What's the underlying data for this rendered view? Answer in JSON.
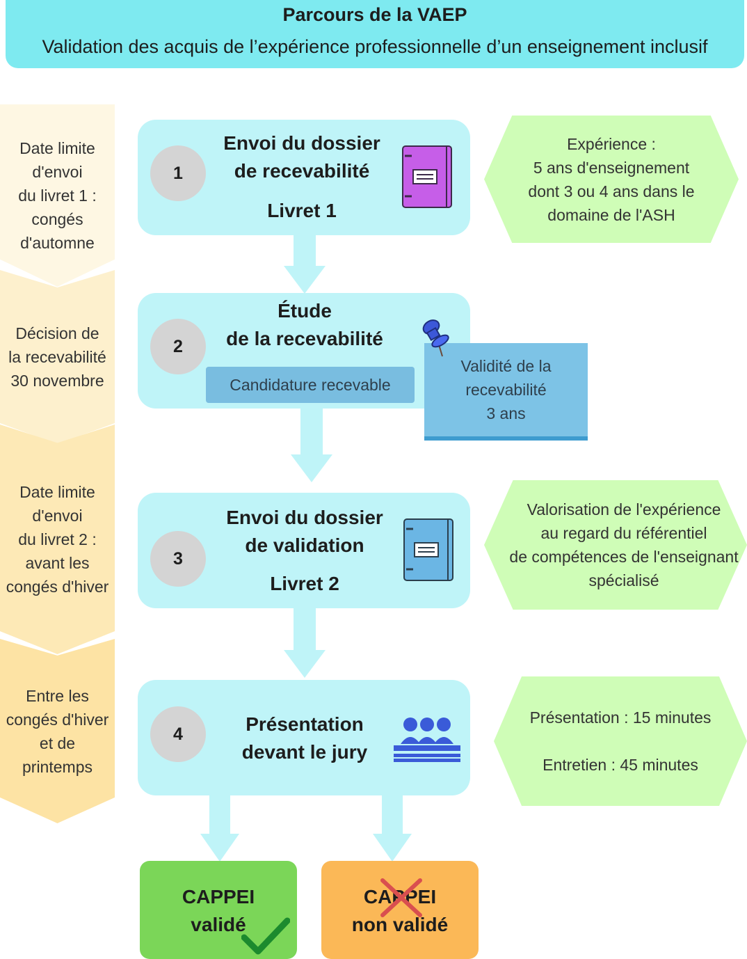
{
  "header": {
    "title": "Parcours de la VAEP",
    "subtitle": "Validation des acquis de l’expérience professionnelle d’un enseignement inclusif"
  },
  "timeline": [
    {
      "lines": [
        "Date limite",
        "d'envoi",
        "du livret 1 :",
        "congés",
        "d'automne"
      ]
    },
    {
      "lines": [
        "Décision de",
        "la recevabilité",
        "30 novembre"
      ]
    },
    {
      "lines": [
        "Date limite",
        "d'envoi",
        "du livret 2 :",
        "avant les",
        "congés d'hiver"
      ]
    },
    {
      "lines": [
        "Entre les",
        "congés d'hiver",
        "et de",
        "printemps"
      ]
    }
  ],
  "steps": [
    {
      "number": "1",
      "title_lines": [
        "Envoi du dossier",
        "de recevabilité"
      ],
      "subtitle": "Livret 1",
      "icon": "purple-binder-icon"
    },
    {
      "number": "2",
      "title_lines": [
        "Étude",
        "de la recevabilité"
      ],
      "badge": "Candidature recevable",
      "icon": "pushpin-icon"
    },
    {
      "number": "3",
      "title_lines": [
        "Envoi du dossier",
        "de validation"
      ],
      "subtitle": "Livret 2",
      "icon": "blue-binder-icon"
    },
    {
      "number": "4",
      "title_lines": [
        "Présentation",
        "devant le jury"
      ],
      "icon": "jury-icon"
    }
  ],
  "note": {
    "lines": [
      "Validité de la",
      "recevabilité",
      "3 ans"
    ]
  },
  "side_notes": [
    {
      "lines": [
        "Expérience :",
        "5 ans d'enseignement",
        "dont 3 ou 4 ans dans le",
        "domaine de l'ASH"
      ]
    },
    {
      "lines": [
        "Valorisation de l'expérience",
        "au regard du référentiel",
        "de compétences de l'enseignant",
        "spécialisé"
      ]
    },
    {
      "lines": [
        "Présentation : 15 minutes",
        "",
        "Entretien : 45 minutes"
      ]
    }
  ],
  "results": [
    {
      "lines": [
        "CAPPEI",
        "validé"
      ],
      "icon": "checkmark-icon"
    },
    {
      "lines": [
        "CAPPEI",
        "non validé"
      ],
      "icon": "cross-icon"
    }
  ],
  "colors": {
    "header": "#7eeaf0",
    "step": "#bff4f8",
    "arrow": "#bff4f8",
    "number": "#d4d4d4",
    "hexagon": "#cffdb7",
    "note": "#7dc3e6",
    "valid": "#7bd658",
    "invalid": "#fbb857"
  }
}
